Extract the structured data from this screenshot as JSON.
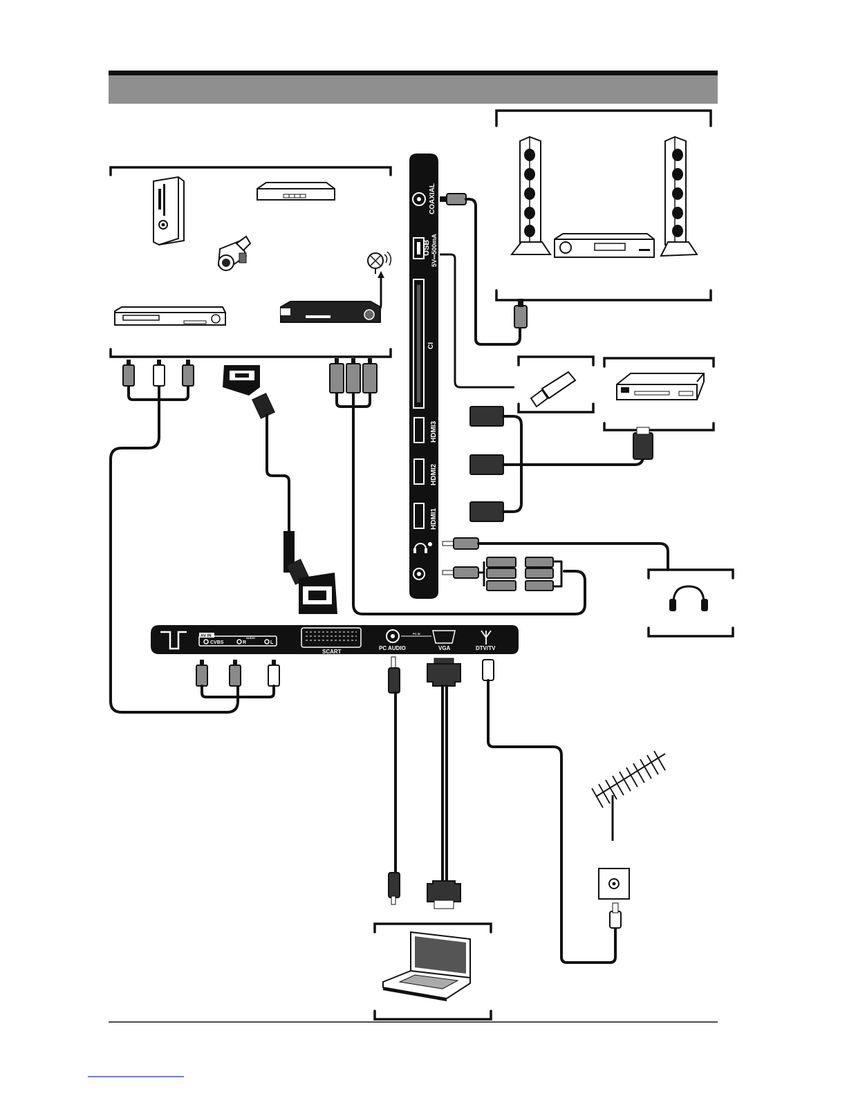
{
  "side_panel": {
    "coaxial": "COAXIAL",
    "usb": "USB",
    "usb_rating": "5V⎓500mA",
    "ci": "CI",
    "hdmi3": "HDMI3",
    "hdmi2": "HDMI2",
    "hdmi1": "HDMI1"
  },
  "bottom_panel": {
    "av_in": "AV IN",
    "cvbs": "CVBS",
    "audio": "AUDIO",
    "r": "R",
    "l": "L",
    "scart": "SCART",
    "pc_audio": "PC AUDIO",
    "pc_in": "PC IN",
    "vga": "VGA",
    "dtv_tv": "DTV/TV"
  },
  "icons": [
    "game-console-icon",
    "dvd-player-icon",
    "camcorder-icon",
    "satellite-dish-icon",
    "av-receiver-icon",
    "set-top-box-icon",
    "speaker-icon",
    "amplifier-icon",
    "usb-drive-icon",
    "blu-ray-player-icon",
    "headphones-icon",
    "antenna-icon",
    "wall-socket-icon",
    "laptop-icon"
  ],
  "colors": {
    "header_bar": "#8f8f8f",
    "panel": "#111111",
    "cable": "#111111",
    "plug_red": "#8a8a8a",
    "plug_white": "#ffffff"
  }
}
